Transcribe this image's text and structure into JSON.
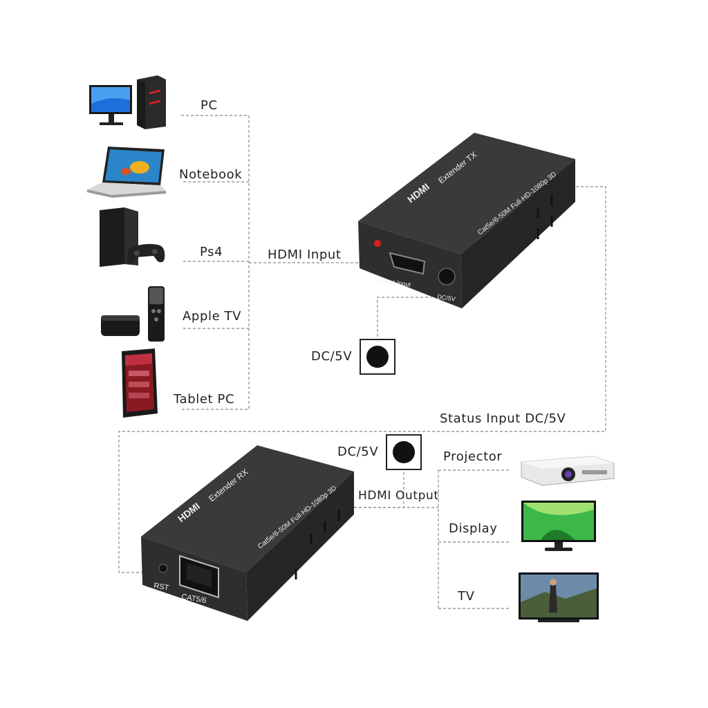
{
  "sources": [
    {
      "label": "PC",
      "icon": "pc-tower-monitor-icon"
    },
    {
      "label": "Notebook",
      "icon": "laptop-icon"
    },
    {
      "label": "Ps4",
      "icon": "game-console-icon"
    },
    {
      "label": "Apple TV",
      "icon": "apple-tv-box-icon"
    },
    {
      "label": "Tablet  PC",
      "icon": "tablet-icon"
    }
  ],
  "transmitter": {
    "hdmi_input_label": "HDMI Input",
    "dc_label": "DC/5V",
    "case_logo": "HDMI",
    "case_title": "Extender  TX",
    "case_spec": "Cat5e/6-50M Full-HD-1080p 3D",
    "port_status_input": "Status Input",
    "port_dc": "DC/5V"
  },
  "link": {
    "status_input_dc_label": "Status Input DC/5V"
  },
  "receiver": {
    "dc_label": "DC/5V",
    "hdmi_output_label": "HDMI Output",
    "case_logo": "HDMI",
    "case_title": "Extender RX",
    "case_spec": "Cat5e/6-50M Full-HD-1080p 3D",
    "port_rst": "RST",
    "port_cat": "CAT5/6"
  },
  "outputs": [
    {
      "label": "Projector",
      "icon": "projector-icon"
    },
    {
      "label": "Display",
      "icon": "monitor-display-icon"
    },
    {
      "label": "TV",
      "icon": "television-icon"
    }
  ],
  "colors": {
    "device_body": "#2a2a2a",
    "device_top": "#3a3a3a",
    "connector_line": "#9a9a9a",
    "status_led": "#d62020"
  }
}
